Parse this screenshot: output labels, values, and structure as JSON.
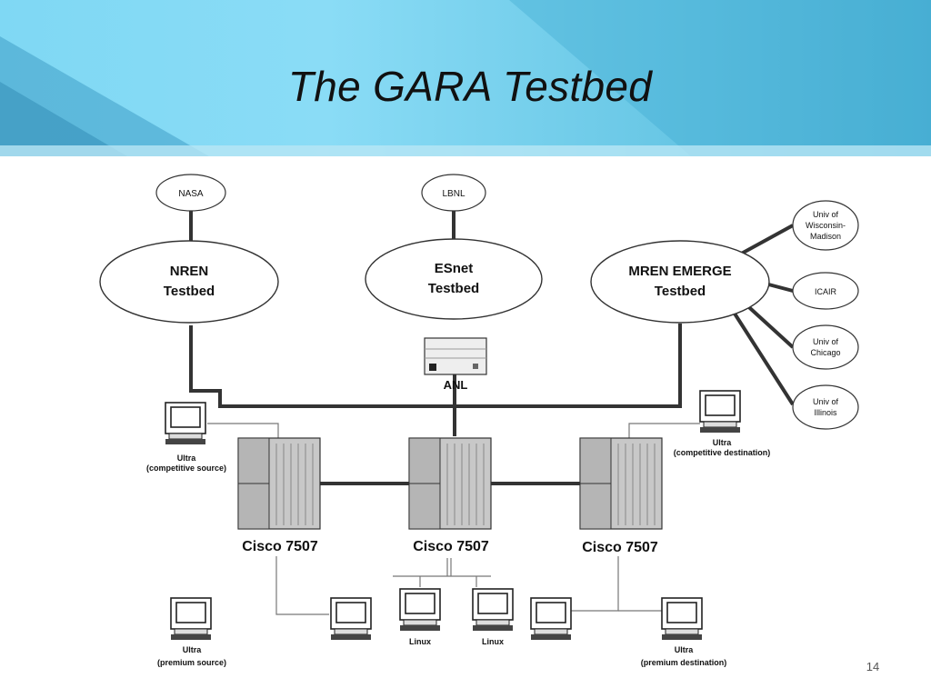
{
  "slide": {
    "title": "The GARA Testbed",
    "number": "14"
  },
  "clouds": {
    "nasa": "NASA",
    "lbnl": "LBNL",
    "nren": [
      "NREN",
      "Testbed"
    ],
    "esnet": [
      "ESnet",
      "Testbed"
    ],
    "mren": [
      "MREN EMERGE",
      "Testbed"
    ],
    "uw": [
      "Univ of",
      "Wisconsin-",
      "Madison"
    ],
    "icair": "ICAIR",
    "uchicago": [
      "Univ of",
      "Chicago"
    ],
    "uillinois": [
      "Univ of",
      "Illinois"
    ]
  },
  "anl": "ANL",
  "routers": {
    "left": "Cisco 7507",
    "center": "Cisco 7507",
    "right": "Cisco 7507"
  },
  "hosts": {
    "competitive_source": [
      "Ultra",
      "(competitive source)"
    ],
    "competitive_destination": [
      "Ultra",
      "(competitive destination)"
    ],
    "premium_source": [
      "Ultra",
      "(premium source)"
    ],
    "premium_destination": [
      "Ultra",
      "(premium destination)"
    ],
    "linux_1": "Linux",
    "linux_2": "Linux"
  },
  "colors": {
    "header_light": "#8adcf6",
    "header_dark": "#4fb3d6",
    "ink": "#222222",
    "router_fill": "#c8c8c8"
  }
}
